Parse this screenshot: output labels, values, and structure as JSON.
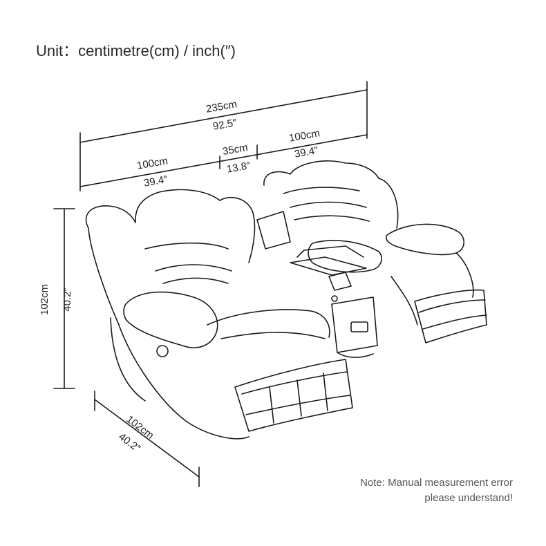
{
  "header": {
    "unit_line": "Unit：centimetre(cm) / inch(″)"
  },
  "dimensions": {
    "overall_width": {
      "cm": "235cm",
      "inch": "92.5″"
    },
    "seat_left": {
      "cm": "100cm",
      "inch": "39.4″"
    },
    "console": {
      "cm": "35cm",
      "inch": "13.8″"
    },
    "seat_right": {
      "cm": "100cm",
      "inch": "39.4″"
    },
    "height": {
      "cm": "102cm",
      "inch": "40.2″"
    },
    "depth": {
      "cm": "102cm",
      "inch": "40.2″"
    }
  },
  "note": {
    "line1": "Note: Manual measurement error",
    "line2": "please understand!"
  }
}
